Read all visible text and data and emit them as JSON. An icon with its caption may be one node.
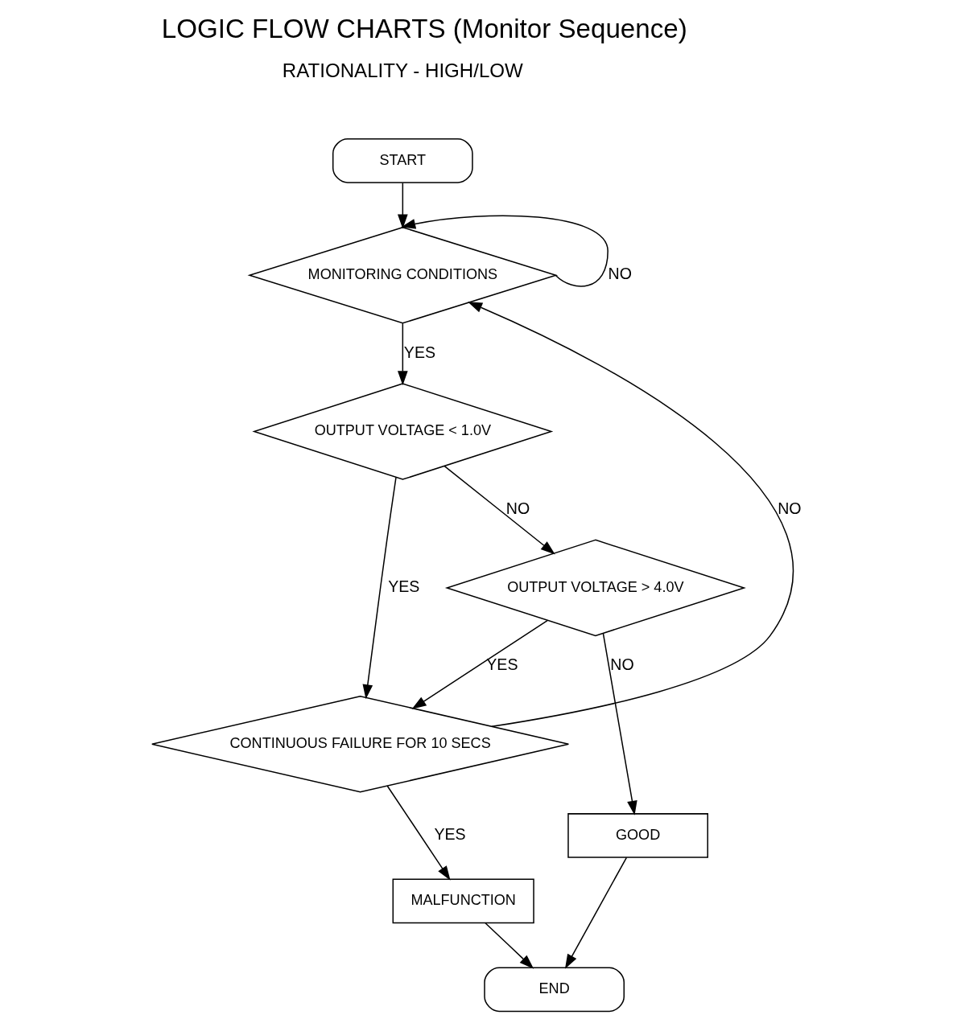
{
  "diagram": {
    "title": "LOGIC FLOW CHARTS (Monitor Sequence)",
    "nodes": [
      {
        "text": [
          "START"
        ]
      },
      {
        "text": [
          "MONITORING CONDITIONS"
        ]
      },
      {
        "text": [
          "OUTPUT VOLTAGE < 1.0V"
        ]
      },
      {
        "text": [
          "OUTPUT VOLTAGE > 4.0V"
        ]
      },
      {
        "text": [
          "CONTINUOUS FAILURE FOR 10 SECS"
        ]
      },
      {
        "text": [
          "MALFUNCTION"
        ]
      },
      {
        "text": [
          "GOOD"
        ]
      },
      {
        "text": [
          "END"
        ]
      }
    ],
    "edges": [
      {
        "from": 0,
        "to": 1,
        "arrow": "to"
      },
      {
        "from": 1,
        "to": 1,
        "label": "NO",
        "arrow": "to"
      },
      {
        "from": 1,
        "to": 2,
        "label": "YES",
        "arrow": "to"
      },
      {
        "from": 2,
        "to": 4,
        "label": "YES",
        "arrow": "to"
      },
      {
        "from": 2,
        "to": 3,
        "label": "NO",
        "arrow": "to"
      },
      {
        "from": 3,
        "to": 4,
        "label": "YES",
        "arrow": "to"
      },
      {
        "from": 3,
        "to": 6,
        "label": "NO",
        "arrow": "to"
      },
      {
        "from": 4,
        "to": 1,
        "label": "NO",
        "arrow": "to"
      },
      {
        "from": 4,
        "to": 5,
        "label": "YES",
        "arrow": "to"
      },
      {
        "from": 5,
        "to": 7,
        "arrow": "to"
      },
      {
        "from": 6,
        "to": 7,
        "arrow": "to"
      }
    ],
    "labels": [
      "RATIONALITY - HIGH/LOW"
    ]
  }
}
